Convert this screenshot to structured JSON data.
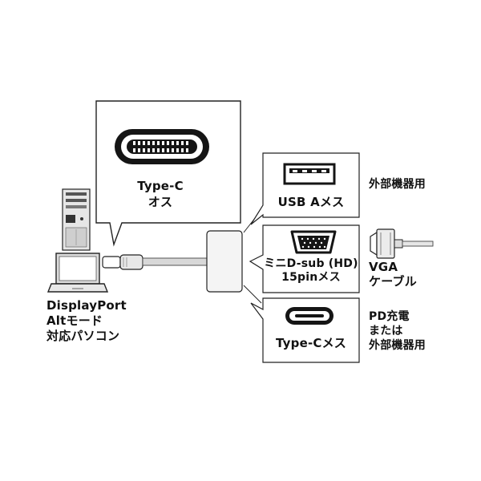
{
  "type_c_callout": {
    "line1": "Type-C",
    "line2": "オス"
  },
  "computer_label": {
    "line1": "DisplayPort",
    "line2": "Altモード",
    "line3": "対応パソコン"
  },
  "ports": {
    "usb_a": {
      "label": "USB Aメス",
      "device": "外部機器用"
    },
    "vga": {
      "label_line1": "ミニD-sub (HD)",
      "label_line2": "15pinメス",
      "device_line1": "VGA",
      "device_line2": "ケーブル"
    },
    "type_c": {
      "label": "Type-Cメス",
      "device_line1": "PD充電",
      "device_line2": "または",
      "device_line3": "外部機器用"
    }
  },
  "colors": {
    "outline": "#222222",
    "connector_dark": "#1a1a1a",
    "adapter_fill": "#f4f4f4",
    "cable_gray": "#bfbfbf"
  }
}
